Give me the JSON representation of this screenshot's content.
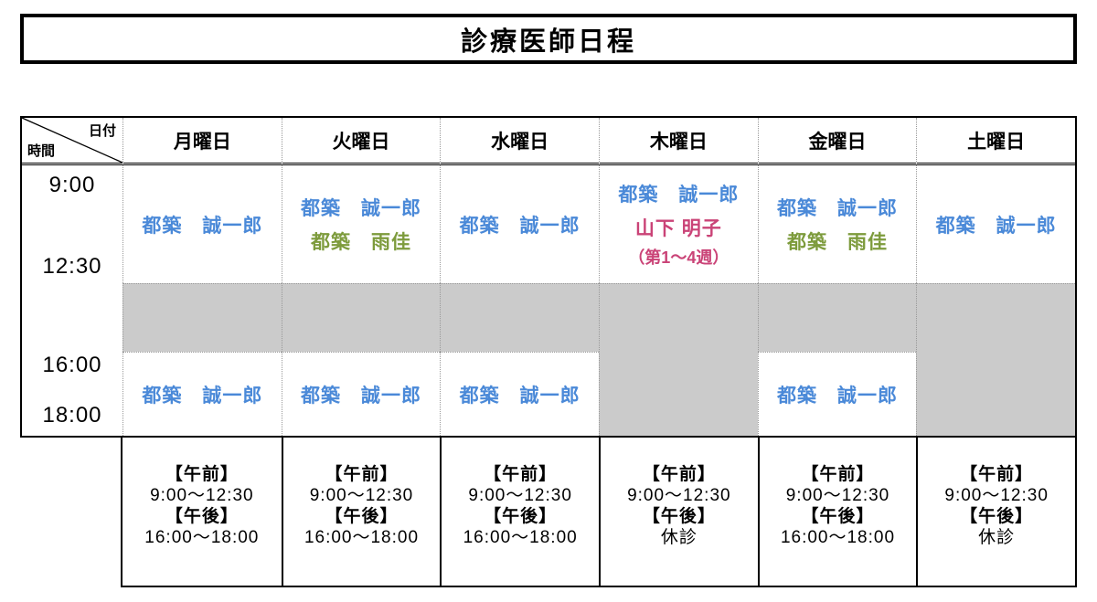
{
  "title": "診療医師日程",
  "corner": {
    "date_label": "日付",
    "time_label": "時間"
  },
  "time_axis": {
    "morning_start": "9:00",
    "morning_end": "12:30",
    "afternoon_start": "16:00",
    "afternoon_end": "18:00"
  },
  "colors": {
    "doctor_blue": "#4A89D8",
    "doctor_green": "#7D9B3C",
    "doctor_pink": "#CA4377",
    "closed_gray": "#CBCBCB"
  },
  "days": [
    {
      "name": "月曜日",
      "morning": [
        "都築　誠一郎"
      ],
      "afternoon": [
        "都築　誠一郎"
      ],
      "hours": {
        "am_label": "【午前】",
        "am_time": "9:00～12:30",
        "pm_label": "【午後】",
        "pm_time": "16:00～18:00"
      }
    },
    {
      "name": "火曜日",
      "morning": [
        "都築　誠一郎",
        "都築　雨佳"
      ],
      "afternoon": [
        "都築　誠一郎"
      ],
      "hours": {
        "am_label": "【午前】",
        "am_time": "9:00～12:30",
        "pm_label": "【午後】",
        "pm_time": "16:00～18:00"
      }
    },
    {
      "name": "水曜日",
      "morning": [
        "都築　誠一郎"
      ],
      "afternoon": [
        "都築　誠一郎"
      ],
      "hours": {
        "am_label": "【午前】",
        "am_time": "9:00～12:30",
        "pm_label": "【午後】",
        "pm_time": "16:00～18:00"
      }
    },
    {
      "name": "木曜日",
      "morning": [
        "都築　誠一郎",
        "山下 明子",
        "（第1～4週）"
      ],
      "afternoon": [],
      "hours": {
        "am_label": "【午前】",
        "am_time": "9:00～12:30",
        "pm_label": "【午後】",
        "pm_time": "休診"
      }
    },
    {
      "name": "金曜日",
      "morning": [
        "都築　誠一郎",
        "都築　雨佳"
      ],
      "afternoon": [
        "都築　誠一郎"
      ],
      "hours": {
        "am_label": "【午前】",
        "am_time": "9:00～12:30",
        "pm_label": "【午後】",
        "pm_time": "16:00～18:00"
      }
    },
    {
      "name": "土曜日",
      "morning": [
        "都築　誠一郎"
      ],
      "afternoon": [],
      "hours": {
        "am_label": "【午前】",
        "am_time": "9:00～12:30",
        "pm_label": "【午後】",
        "pm_time": "休診"
      }
    }
  ]
}
